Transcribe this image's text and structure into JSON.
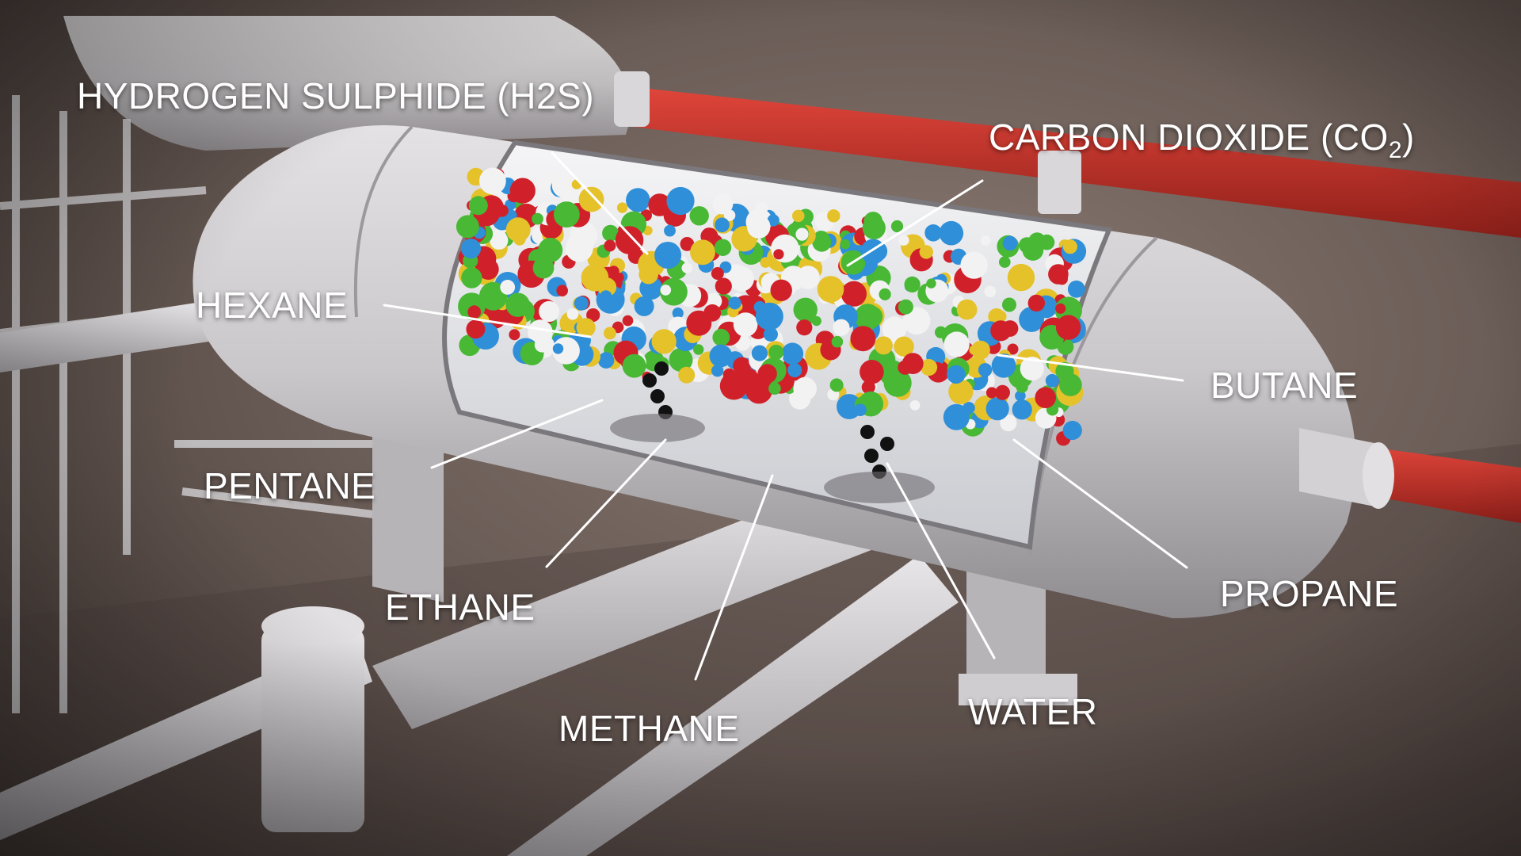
{
  "diagram": {
    "labels": {
      "h2s": "HYDROGEN SULPHIDE (H2S)",
      "co2_main": "CARBON DIOXIDE (CO",
      "co2_sub": "2",
      "co2_close": ")",
      "hexane": "HEXANE",
      "butane": "BUTANE",
      "pentane": "PENTANE",
      "ethane": "ETHANE",
      "methane": "METHANE",
      "water": "WATER",
      "propane": "PROPANE"
    },
    "colors": {
      "pipe_red": "#c8342a",
      "vessel": "#d6d4d6",
      "molecule_red": "#d0212b",
      "molecule_green": "#48b835",
      "molecule_blue": "#2f8fd8",
      "molecule_yellow": "#e5c12a",
      "molecule_white": "#f2f2f2",
      "molecule_black": "#111111"
    }
  }
}
